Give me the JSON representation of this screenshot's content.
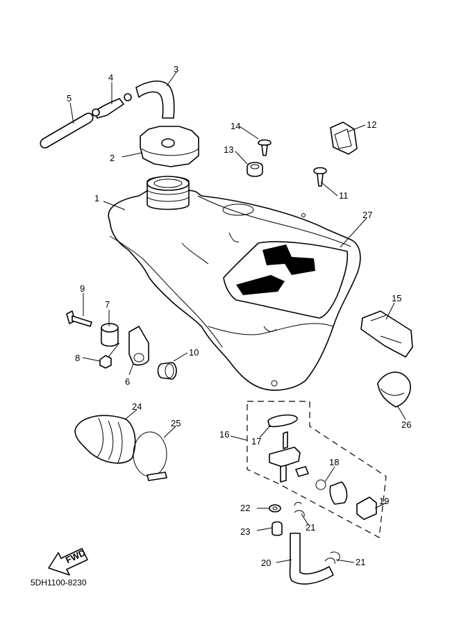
{
  "diagram_code": "5DH1100-8230",
  "fwd_label": "FWD",
  "callouts": {
    "c1": "1",
    "c2": "2",
    "c3": "3",
    "c4": "4",
    "c5": "5",
    "c6": "6",
    "c7": "7",
    "c8": "8",
    "c9": "9",
    "c10": "10",
    "c11": "11",
    "c12": "12",
    "c13": "13",
    "c14": "14",
    "c15": "15",
    "c16": "16",
    "c17": "17",
    "c18": "18",
    "c19": "19",
    "c20": "20",
    "c21a": "21",
    "c21b": "21",
    "c22": "22",
    "c23": "23",
    "c24": "24",
    "c25": "25",
    "c26": "26",
    "c27": "27"
  }
}
